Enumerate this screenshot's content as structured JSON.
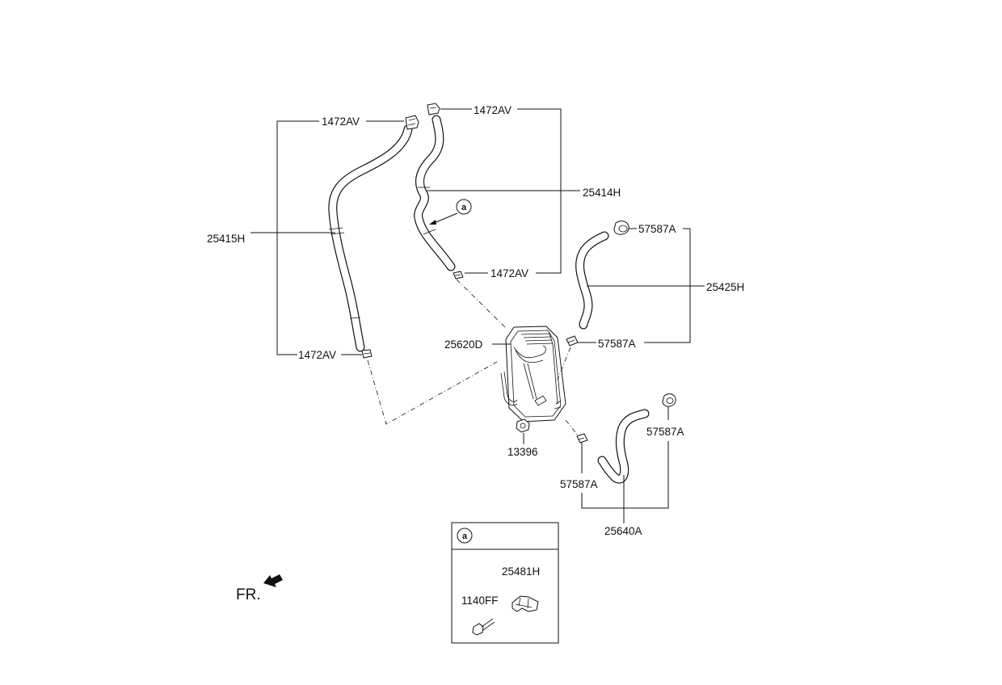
{
  "labels": {
    "clamp_1472av_top_left": "1472AV",
    "clamp_1472av_top_right": "1472AV",
    "clamp_1472av_mid": "1472AV",
    "clamp_1472av_bottom_left": "1472AV",
    "hose_25414h": "25414H",
    "hose_25415h": "25415H",
    "clamp_57587a_top": "57587A",
    "hose_25425h": "25425H",
    "clamp_57587a_mid": "57587A",
    "cooler_25620d": "25620D",
    "clamp_57587a_right": "57587A",
    "nut_13396": "13396",
    "clamp_57587a_bottom": "57587A",
    "hose_25640a": "25640A",
    "bracket_25481h": "25481H",
    "bolt_1140ff": "1140FF"
  },
  "callout": {
    "marker": "a",
    "inset_marker": "a"
  },
  "front_indicator": {
    "text": "FR."
  }
}
